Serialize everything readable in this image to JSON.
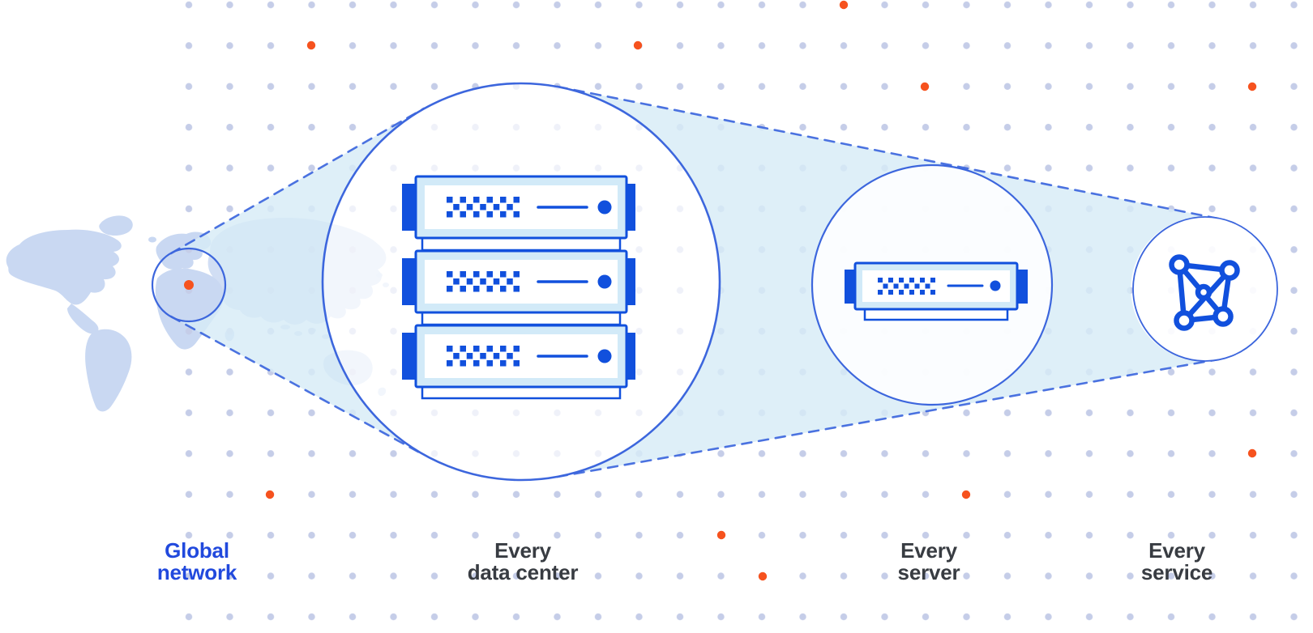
{
  "captions": [
    {
      "id": "global-network",
      "text": "Global\nnetwork"
    },
    {
      "id": "every-data-center",
      "text": "Every\ndata center"
    },
    {
      "id": "every-server",
      "text": "Every\nserver"
    },
    {
      "id": "every-service",
      "text": "Every\nservice"
    }
  ],
  "figures": {
    "data_center_server_count": 3,
    "server_unit_count": 1,
    "service_mesh_node_count": 5
  },
  "icons": [
    "world-map",
    "location-marker-dot",
    "server-rack-stack-icon",
    "server-unit-icon",
    "network-mesh-icon"
  ],
  "colors": {
    "label_blue": "#2149dd",
    "label_dark": "#383c42",
    "line_blue": "#3c66dd",
    "deep_blue": "#1150dd",
    "light_band": "#d2eaf8",
    "beam_fill": "#d7ecf6",
    "grid_dot": "#c5cde8",
    "accent_orange": "#f6521e",
    "map_fill": "#c9d8f2",
    "canvas_bg": "#ffffff"
  }
}
